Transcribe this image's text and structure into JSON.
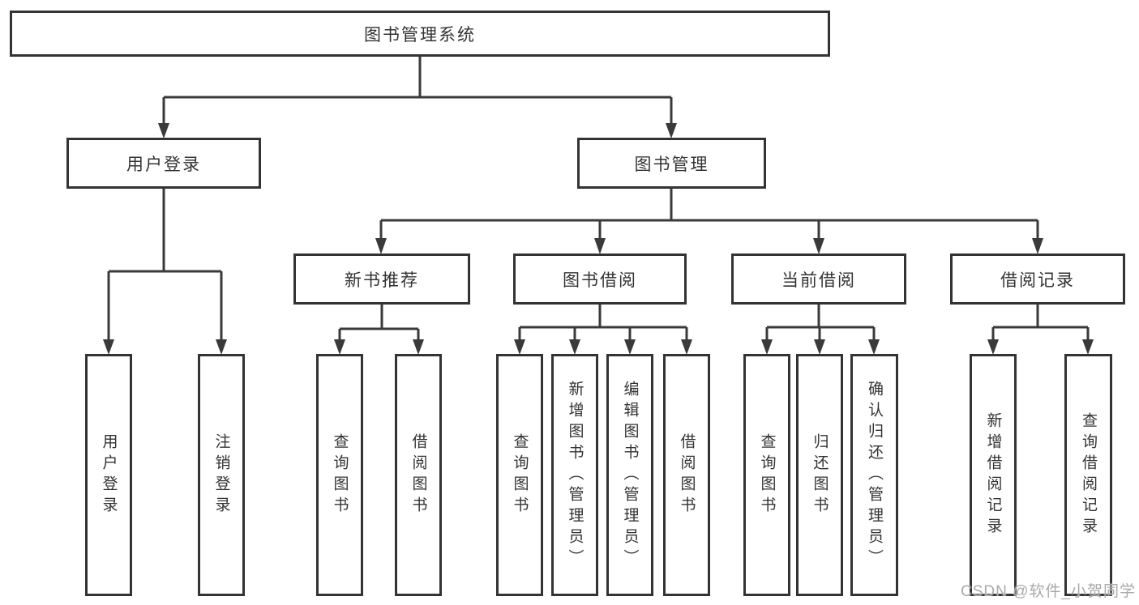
{
  "tree": {
    "root": "图书管理系统",
    "branches": {
      "userLogin": "用户登录",
      "bookMgmt": "图书管理"
    },
    "categories": {
      "newBook": "新书推荐",
      "bookBorrow": "图书借阅",
      "currentBorrow": "当前借阅",
      "borrowRecord": "借阅记录"
    },
    "leaves": {
      "userLogin": [
        "用户登录",
        "注销登录"
      ],
      "newBook": [
        "查询图书",
        "借阅图书"
      ],
      "bookBorrow": [
        "查询图书",
        "新增图书（管理员）",
        "编辑图书（管理员）",
        "借阅图书"
      ],
      "currentBorrow": [
        "查询图书",
        "归还图书",
        "确认归还（管理员）"
      ],
      "borrowRecord": [
        "新增借阅记录",
        "查询借阅记录"
      ]
    }
  },
  "watermark": "CSDN @软件_小贺同学",
  "colors": {
    "line": "#3a3a3a",
    "border": "#333333",
    "text": "#333333",
    "background": "#ffffff",
    "watermark": "#a9a9a9"
  }
}
